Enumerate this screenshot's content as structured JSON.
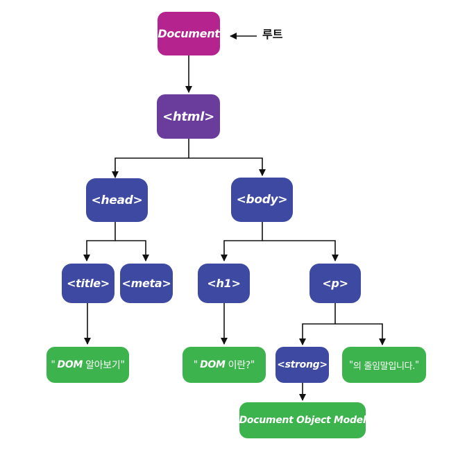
{
  "colors": {
    "root": "#b5248e",
    "html": "#6a3c9c",
    "element": "#3e4aa2",
    "text": "#3db34d",
    "line": "#111111"
  },
  "root_label": "루트",
  "nodes": {
    "document": "Document",
    "html": "<html>",
    "head": "<head>",
    "body": "<body>",
    "title": "<title>",
    "meta": "<meta>",
    "h1": "<h1>",
    "p": "<p>",
    "strong": "<strong>"
  },
  "text_nodes": {
    "title_text": {
      "open_quote": "\"",
      "em": "DOM",
      "plain": "알아보기",
      "close_quote": "\""
    },
    "h1_text": {
      "open_quote": "\"",
      "em": "DOM",
      "plain": "이란?",
      "close_quote": "\""
    },
    "p_text": {
      "open_quote": "\"",
      "plain": "의 줄임말입니다.",
      "close_quote": "\""
    },
    "strong_text": {
      "open_quote": "“",
      "em": "Document Object Model",
      "close_quote": "”"
    }
  }
}
